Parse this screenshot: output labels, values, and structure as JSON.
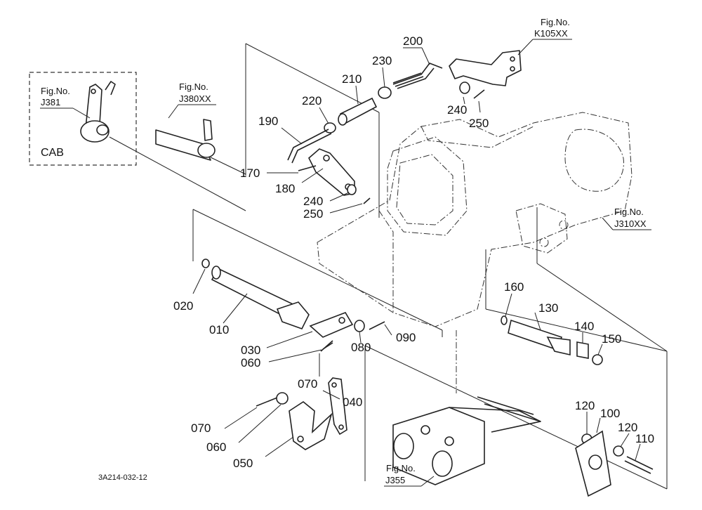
{
  "diagram": {
    "code": "3A214-032-12",
    "cab_label": "CAB",
    "figure_refs": [
      {
        "id": "j381",
        "line1": "Fig.No.",
        "line2": "J381"
      },
      {
        "id": "j380xx",
        "line1": "Fig.No.",
        "line2": "J380XX"
      },
      {
        "id": "k105xx",
        "line1": "Fig.No.",
        "line2": "K105XX"
      },
      {
        "id": "j310xx",
        "line1": "Fig.No.",
        "line2": "J310XX"
      },
      {
        "id": "j355",
        "line1": "Fig.No.",
        "line2": "J355"
      }
    ],
    "part_numbers": [
      "010",
      "020",
      "030",
      "040",
      "050",
      "060",
      "060",
      "070",
      "070",
      "080",
      "090",
      "100",
      "110",
      "120",
      "120",
      "130",
      "140",
      "150",
      "160",
      "170",
      "180",
      "190",
      "200",
      "210",
      "220",
      "230",
      "240",
      "240",
      "250",
      "250"
    ]
  }
}
